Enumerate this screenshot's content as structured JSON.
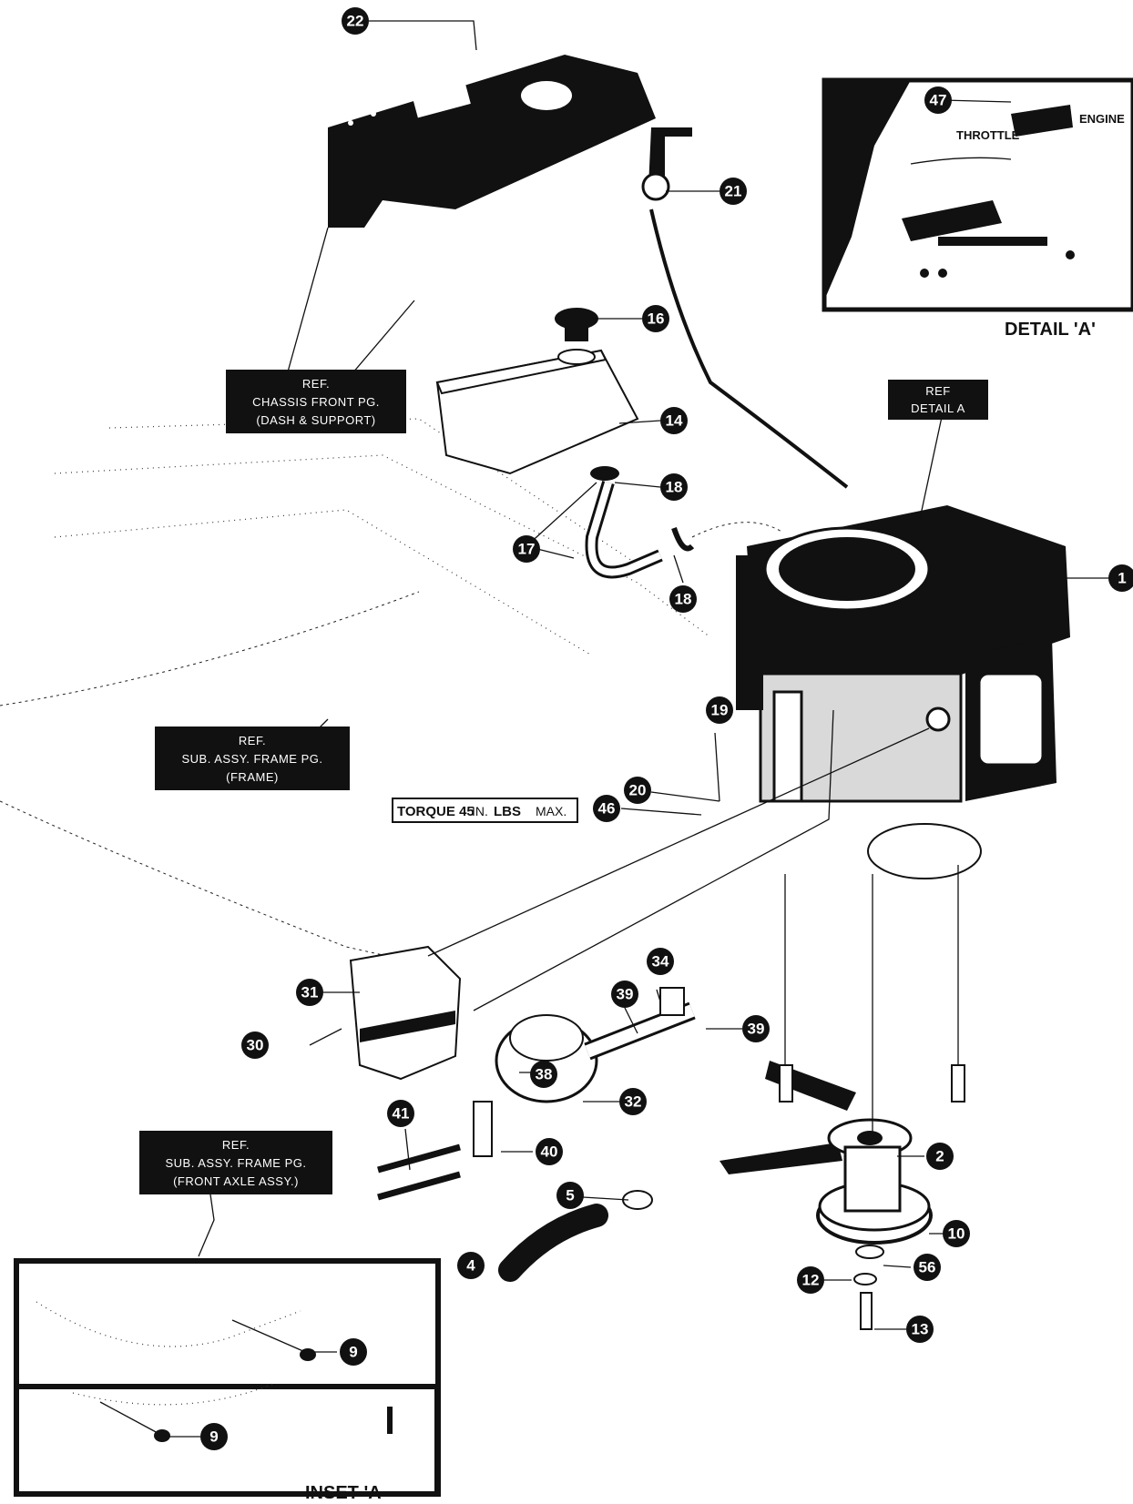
{
  "callouts": {
    "c22": "22",
    "c21": "21",
    "c16": "16",
    "c14": "14",
    "c18a": "18",
    "c17": "17",
    "c18b": "18",
    "c1": "1",
    "c19": "19",
    "c20": "20",
    "c46": "46",
    "c31": "31",
    "c30": "30",
    "c39a": "39",
    "c34": "34",
    "c39b": "39",
    "c38": "38",
    "c32": "32",
    "c41": "41",
    "c40": "40",
    "c5": "5",
    "c4": "4",
    "c2": "2",
    "c10": "10",
    "c56": "56",
    "c12": "12",
    "c13": "13",
    "c9a": "9",
    "c9b": "9",
    "c47": "47"
  },
  "ref_boxes": {
    "chassis": [
      "REF.",
      "CHASSIS FRONT PG.",
      "(DASH & SUPPORT)"
    ],
    "detail_a": [
      "REF",
      "DETAIL A"
    ],
    "frame": [
      "REF.",
      "SUB. ASSY. FRAME PG.",
      "(FRAME)"
    ],
    "front_axle": [
      "REF.",
      "SUB. ASSY. FRAME PG.",
      "(FRONT AXLE ASSY.)"
    ]
  },
  "torque_note": {
    "prefix": "TORQUE 45",
    "unit1": "IN.",
    "unit2": "LBS",
    "suffix": "MAX."
  },
  "detail": {
    "caption": "DETAIL 'A'",
    "throttle_label": "THROTTLE",
    "engine_label": "ENGINE"
  },
  "inset": {
    "caption": "INSET 'A"
  },
  "colors": {
    "ink": "#111111",
    "paper": "#ffffff"
  }
}
